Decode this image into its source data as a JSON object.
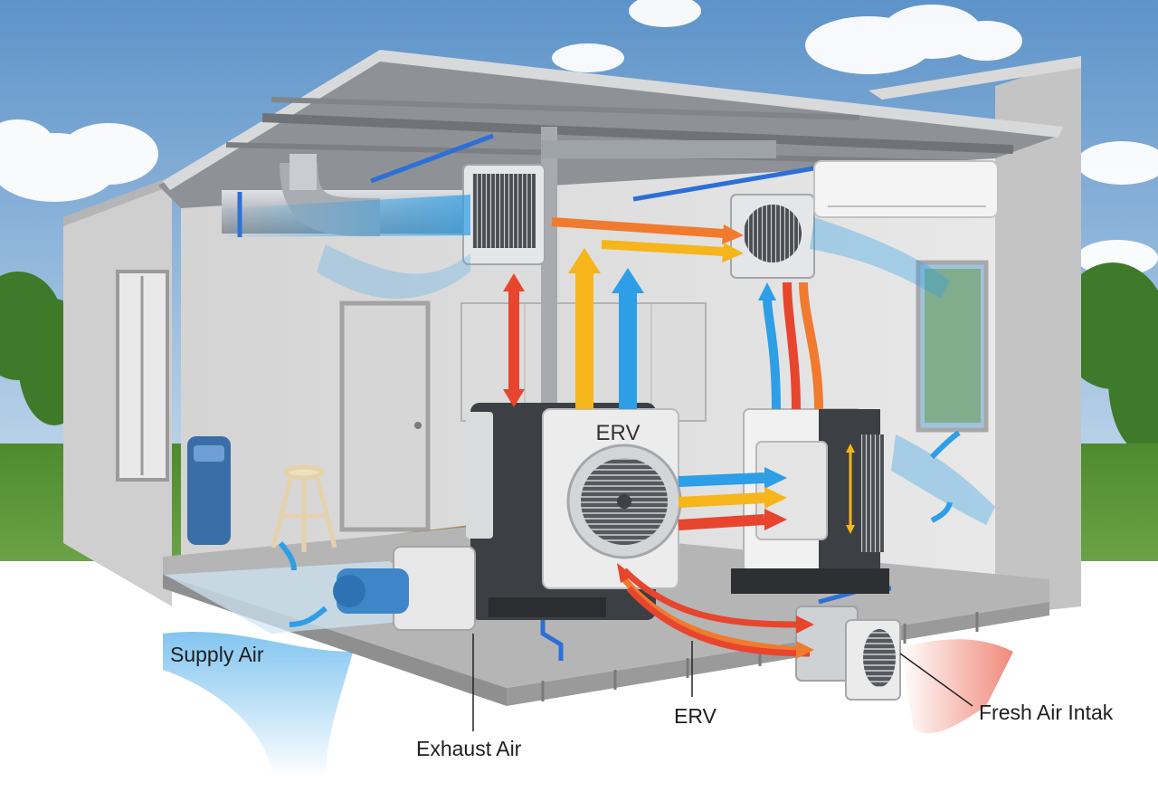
{
  "labels": {
    "erv_unit_face": "ERV",
    "supply_air": "Supply Air",
    "exhaust_air": "Exhaust Air",
    "erv": "ERV",
    "fresh_air_intake": "Fresh Air Intak"
  },
  "colors": {
    "sky_top": "#5d93c9",
    "sky_bottom": "#c7dcee",
    "grass": "#4f8a2f",
    "wall": "#c9c9c9",
    "wall_dark": "#a9a9a9",
    "interior": "#dedede",
    "floor": "#b9b9b9",
    "wood_floor": "#a98a66",
    "duct": "#b5b9bd",
    "unit_body": "#ececec",
    "unit_dark": "#3c3f43",
    "flow_blue": "#2e9ee6",
    "flow_orange": "#f07a2e",
    "flow_red": "#e8452e",
    "flow_yellow": "#f5b51b",
    "accent_blue_trim": "#2d6fd6"
  },
  "icons": {
    "fan_grille": "fan-grille-icon",
    "flow_arrow": "airflow-arrow-icon"
  }
}
